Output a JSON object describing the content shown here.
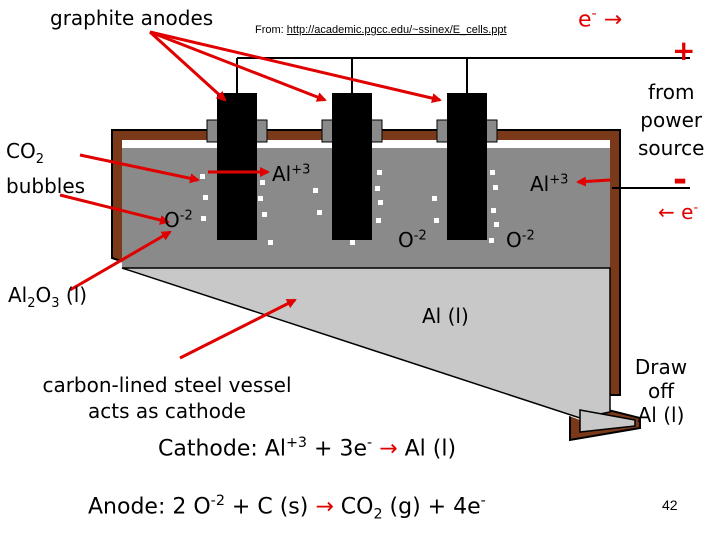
{
  "labels": {
    "graphite_anodes": "graphite anodes",
    "source_prefix": "From: ",
    "source_url": "http://academic.pgcc.edu/~ssinex/E_cells.ppt",
    "electron_top": "e",
    "electron_top_sup": "-",
    "plus_sign": "+",
    "from_power_source_1": "from",
    "from_power_source_2": "power",
    "from_power_source_3": "source",
    "minus_sign": "-",
    "electron_right": "e",
    "electron_right_sup": "-",
    "co2_line1_main": "CO",
    "co2_line1_sub": "2",
    "co2_line2": "bubbles",
    "al3_left_main": "Al",
    "al3_left_sup": "+3",
    "al3_right_main": "Al",
    "al3_right_sup": "+3",
    "o2_left_main": "O",
    "o2_left_sup": "-2",
    "o2_mid_main": "O",
    "o2_mid_sup": "-2",
    "o2_right_main": "O",
    "o2_right_sup": "-2",
    "al2o3_a": "Al",
    "al2o3_b": "2",
    "al2o3_c": "O",
    "al2o3_d": "3",
    "al2o3_e": " (l)",
    "al_liquid": "Al (l)",
    "vessel_line1": "carbon-lined steel vessel",
    "vessel_line2": "acts as cathode",
    "draw_off_1": "Draw",
    "draw_off_2": "off",
    "draw_off_3": "Al (l)",
    "cathode_eq_a": "Cathode: Al",
    "cathode_eq_b": "+3",
    "cathode_eq_c": " +  3e",
    "cathode_eq_d": "-",
    "cathode_eq_arrow": "→",
    "cathode_eq_e": " Al (l)",
    "anode_eq_a": "Anode: 2 O",
    "anode_eq_b": "-2",
    "anode_eq_c": "  +  C (s) ",
    "anode_eq_arrow": "→",
    "anode_eq_d": " CO",
    "anode_eq_e": "2",
    "anode_eq_f": " (g)  + 4e",
    "anode_eq_g": "-",
    "slide_number": "42"
  },
  "colors": {
    "vessel_brown": "#7a3a1a",
    "electrolyte_gray": "#8a8a8a",
    "liquid_al_gray": "#c8c8c8",
    "arrow_red": "#e00000",
    "anode_black": "#000000"
  }
}
